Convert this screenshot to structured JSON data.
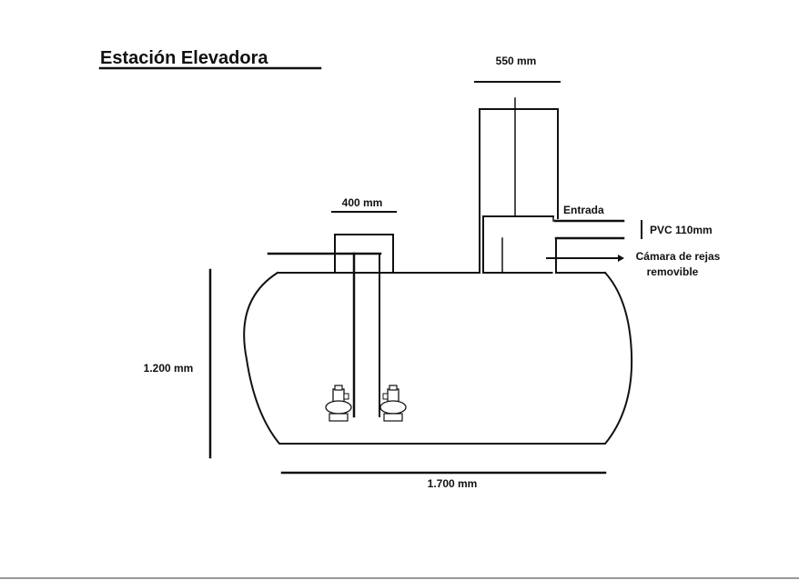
{
  "title": "Estación Elevadora",
  "labels": {
    "chimney_width": "550 mm",
    "access_width": "400 mm",
    "inlet": "Entrada",
    "pipe": "PVC 110mm",
    "screen_line1": "Cámara de rejas",
    "screen_line2": "removible",
    "height": "1.200 mm",
    "length": "1.700 mm"
  }
}
